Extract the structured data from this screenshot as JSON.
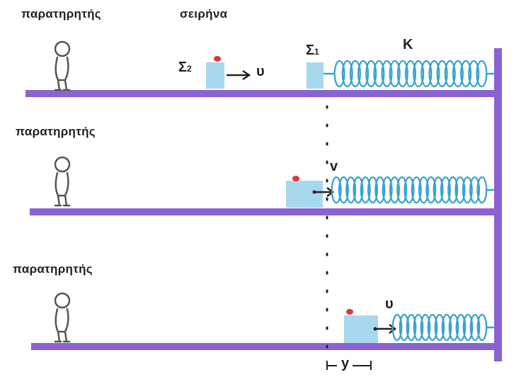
{
  "labels": {
    "observer_1": "παρατηρητής",
    "siren": "σειρήνα",
    "observer_2": "παρατηρητής",
    "observer_3": "παρατηρητής"
  },
  "symbols": {
    "sigma_2": "Σ",
    "sigma_2_sub": "2",
    "sigma_1": "Σ",
    "sigma_1_sub": "1",
    "spring_k": "K",
    "velocity_u_top": "υ",
    "velocity_v_mid": "v",
    "velocity_u_bottom": "υ",
    "displacement_y": "y"
  },
  "colors": {
    "floor_and_wall": "#8a63d2",
    "block": "#a8d8ee",
    "spring": "#3aa3cf",
    "siren_dot": "#e0363c",
    "ink": "#222222",
    "observer": "#555555"
  },
  "icons": [
    "observer-figure-icon",
    "siren-dot-icon",
    "spring-icon",
    "arrow-icon"
  ]
}
